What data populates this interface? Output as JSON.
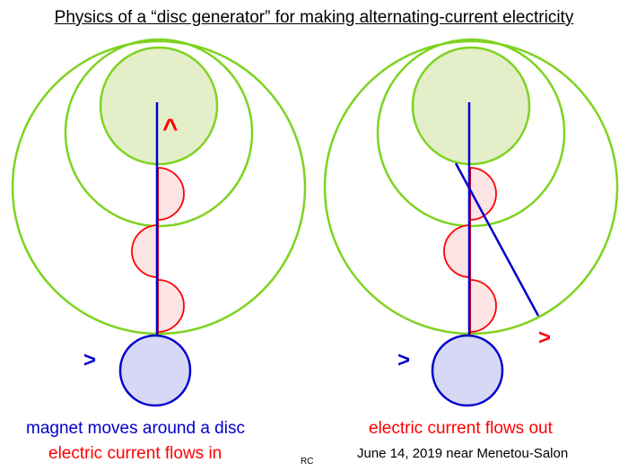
{
  "title": "Physics of a “disc generator” for making alternating-current electricity",
  "left_panel": {
    "motion_arrow": ">",
    "current_arrow": "^",
    "caption_line1": "magnet moves around a disc",
    "caption_line2": "electric current flows in"
  },
  "right_panel": {
    "motion_arrow": ">",
    "current_arrow": ">",
    "caption": "electric current flows out"
  },
  "footer": {
    "initials": "RC",
    "date_place": "June 14, 2019 near Menetou-Salon"
  },
  "colors": {
    "ring": "#7ed321",
    "center_fill": "#e4efc9",
    "loop_stroke": "#ff0000",
    "loop_fill": "#fde4e4",
    "magnet_stroke": "#0000cc",
    "magnet_fill": "#d7d8f5",
    "wire": "#0000cc",
    "arrow_blue": "#0000cc",
    "arrow_red": "#ff0000"
  }
}
